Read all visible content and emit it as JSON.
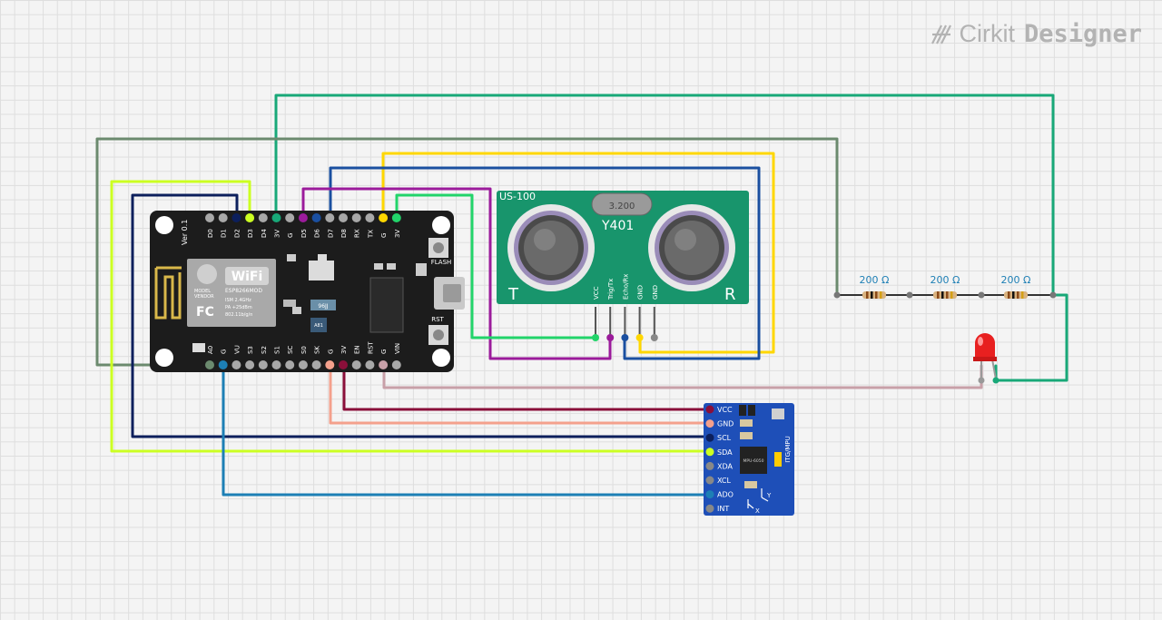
{
  "app": {
    "name_part1": "Cirkit",
    "name_part2": "Designer",
    "logo_icon": "cirkit-logo-icon"
  },
  "esp": {
    "version": "Ver 0.1",
    "top_pins": [
      "D0",
      "D1",
      "D2",
      "D3",
      "D4",
      "3V",
      "G",
      "D5",
      "D6",
      "D7",
      "D8",
      "RX",
      "TX",
      "G",
      "3V"
    ],
    "bottom_pins": [
      "A0",
      "G",
      "VU",
      "S3",
      "S2",
      "S1",
      "SC",
      "S0",
      "SK",
      "G",
      "3V",
      "EN",
      "RST",
      "G",
      "VIN"
    ],
    "flash_label": "FLASH",
    "rst_label": "RST",
    "wifi_text": "WiFi",
    "module_lines": [
      "ESP8266MOD",
      "ISM 2.4GHz",
      "PA +25dBm",
      "802.11b/g/n"
    ],
    "model_lines": [
      "MODEL",
      "VENDOR"
    ],
    "fc_text": "FC",
    "chip_text": "A81",
    "reg_text": "96JJ"
  },
  "sonar": {
    "model": "US-100",
    "crystal": "3.200",
    "chip": "Y401",
    "t_label": "T",
    "r_label": "R",
    "pins": [
      "VCC",
      "Trig/Tx",
      "Echo/Rx",
      "GND",
      "GND"
    ]
  },
  "resistors": [
    {
      "label": "200 Ω"
    },
    {
      "label": "200 Ω"
    },
    {
      "label": "200 Ω"
    }
  ],
  "mpu": {
    "pins": [
      "VCC",
      "GND",
      "SCL",
      "SDA",
      "XDA",
      "XCL",
      "ADO",
      "INT"
    ],
    "side_label": "ITG/MPU",
    "chip_text": "MPU-6050",
    "axis_x": "X",
    "axis_y": "Y"
  },
  "colors": {
    "teal": "#18a878",
    "gray_green": "#6b8a6e",
    "yellow": "#ffd700",
    "blue": "#1a4fa0",
    "purple": "#9b1b9b",
    "green": "#22d46a",
    "lime": "#ccff22",
    "navy": "#0c1f5c",
    "steel_blue": "#1d7fb5",
    "maroon": "#8a0f3a",
    "salmon": "#f4a08c",
    "mauve": "#c8a0a8"
  }
}
